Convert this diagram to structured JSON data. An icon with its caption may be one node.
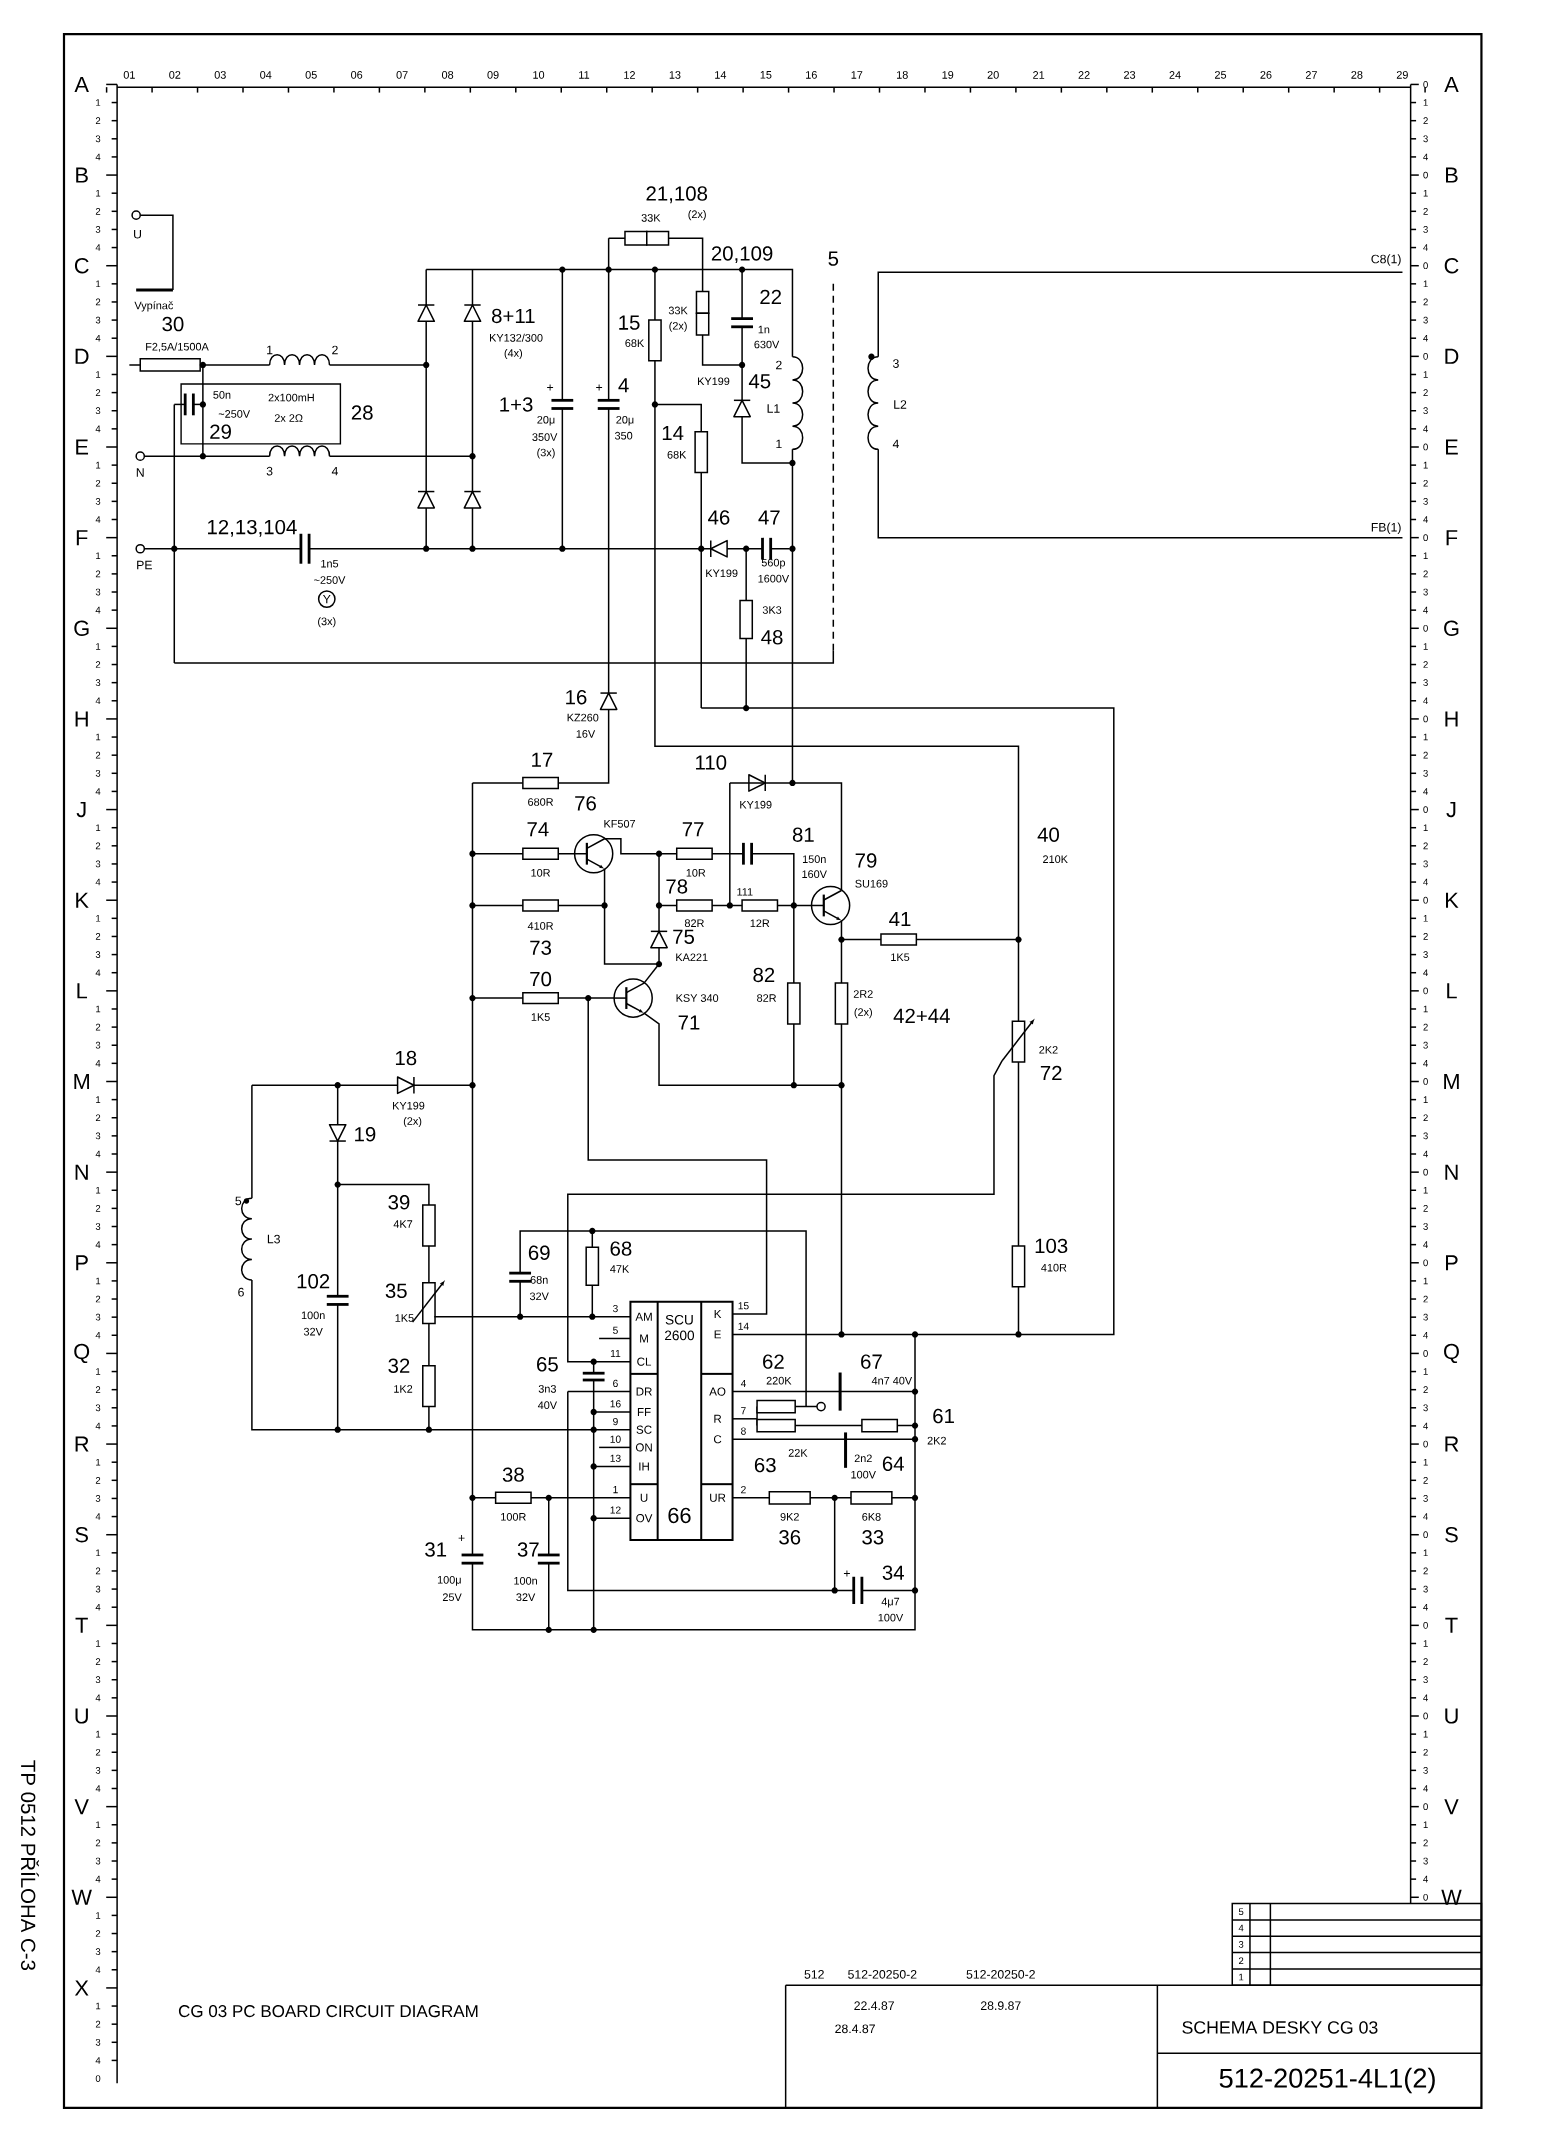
{
  "diagram": {
    "title": "CG 03 PC BOARD CIRCUIT DIAGRAM",
    "nodes": [
      {
        "text": [
          "50n",
          "~250V",
          "29",
          "2x100mH",
          "2x 2Ω"
        ],
        "beside": [
          "28"
        ]
      },
      {
        "text": [
          "AM",
          "M",
          "CL",
          "DR",
          "FF",
          "SC",
          "ON",
          "IH",
          "U",
          "OV",
          "SCU 2600",
          "66",
          "K",
          "E",
          "AO",
          "R",
          "C",
          "UR"
        ],
        "beside": [
          "3",
          "5",
          "11",
          "6",
          "16",
          "9",
          "10",
          "13",
          "1",
          "12",
          "15",
          "14",
          "4",
          "7",
          "8",
          "2"
        ]
      }
    ],
    "labels": [
      "01",
      "02",
      "03",
      "04",
      "05",
      "06",
      "07",
      "08",
      "09",
      "10",
      "11",
      "12",
      "13",
      "14",
      "15",
      "16",
      "17",
      "18",
      "19",
      "20",
      "21",
      "22",
      "23",
      "24",
      "25",
      "26",
      "27",
      "28",
      "29",
      "A",
      "1",
      "2",
      "3",
      "4",
      "B",
      "1",
      "2",
      "3",
      "4",
      "C",
      "1",
      "2",
      "3",
      "4",
      "D",
      "1",
      "2",
      "3",
      "4",
      "E",
      "1",
      "2",
      "3",
      "4",
      "F",
      "1",
      "2",
      "3",
      "4",
      "G",
      "1",
      "2",
      "3",
      "4",
      "H",
      "1",
      "2",
      "3",
      "4",
      "J",
      "1",
      "2",
      "3",
      "4",
      "K",
      "1",
      "2",
      "3",
      "4",
      "L",
      "1",
      "2",
      "3",
      "4",
      "M",
      "1",
      "2",
      "3",
      "4",
      "N",
      "1",
      "2",
      "3",
      "4",
      "P",
      "1",
      "2",
      "3",
      "4",
      "Q",
      "1",
      "2",
      "3",
      "4",
      "R",
      "1",
      "2",
      "3",
      "4",
      "S",
      "1",
      "2",
      "3",
      "4",
      "T",
      "1",
      "2",
      "3",
      "4",
      "U",
      "1",
      "2",
      "3",
      "4",
      "V",
      "1",
      "2",
      "3",
      "4",
      "W",
      "1",
      "2",
      "3",
      "4",
      "X",
      "1",
      "2",
      "3",
      "4",
      "0",
      "0",
      "A",
      "1",
      "2",
      "3",
      "4",
      "0",
      "B",
      "1",
      "2",
      "3",
      "4",
      "0",
      "C",
      "1",
      "2",
      "3",
      "4",
      "0",
      "D",
      "1",
      "2",
      "3",
      "4",
      "0",
      "E",
      "1",
      "2",
      "3",
      "4",
      "0",
      "F",
      "1",
      "2",
      "3",
      "4",
      "0",
      "G",
      "1",
      "2",
      "3",
      "4",
      "0",
      "H",
      "1",
      "2",
      "3",
      "4",
      "0",
      "J",
      "1",
      "2",
      "3",
      "4",
      "0",
      "K",
      "1",
      "2",
      "3",
      "4",
      "0",
      "L",
      "1",
      "2",
      "3",
      "4",
      "0",
      "M",
      "1",
      "2",
      "3",
      "4",
      "0",
      "N",
      "1",
      "2",
      "3",
      "4",
      "0",
      "P",
      "1",
      "2",
      "3",
      "4",
      "0",
      "Q",
      "1",
      "2",
      "3",
      "4",
      "0",
      "R",
      "1",
      "2",
      "3",
      "4",
      "0",
      "S",
      "1",
      "2",
      "3",
      "4",
      "0",
      "T",
      "1",
      "2",
      "3",
      "4",
      "0",
      "U",
      "1",
      "2",
      "3",
      "4",
      "0",
      "V",
      "1",
      "2",
      "3",
      "4",
      "0",
      "W",
      "U",
      "Vypínač",
      "30",
      "F2,5A/1500A",
      "1",
      "2",
      "N",
      "3",
      "4",
      "PE",
      "12,13,104",
      "1n5",
      "~250V",
      "Y",
      "(3x)",
      "8+11",
      "KY132/300",
      "(4x)",
      "1+3",
      "+",
      "20μ",
      "350V",
      "(3x)",
      "+",
      "4",
      "20μ",
      "350",
      "21,108",
      "33K",
      "(2x)",
      "15",
      "68K",
      "20,109",
      "33K",
      "(2x)",
      "22",
      "1n",
      "630V",
      "KY199",
      "45",
      "2",
      "L1",
      "1",
      "14",
      "68K",
      "46",
      "KY199",
      "47",
      "560p",
      "1600V",
      "3K3",
      "48",
      "5",
      "3",
      "L2",
      "4",
      "C8(1)",
      "FB(1)",
      "16",
      "KZ260",
      "16V",
      "17",
      "680R",
      "110",
      "KY199",
      "74",
      "10R",
      "76",
      "KF507",
      "77",
      "10R",
      "81",
      "150n",
      "160V",
      "79",
      "SU169",
      "78",
      "111",
      "410R",
      "82R",
      "12R",
      "73",
      "75",
      "KA221",
      "70",
      "1K5",
      "KSY 340",
      "71",
      "82",
      "82R",
      "2R2",
      "(2x)",
      "42+44",
      "40",
      "210K",
      "41",
      "1K5",
      "2K2",
      "72",
      "18",
      "KY199",
      "(2x)",
      "19",
      "5",
      "L3",
      "6",
      "39",
      "4K7",
      "102",
      "100n",
      "32V",
      "35",
      "1K5",
      "32",
      "1K2",
      "69",
      "68n",
      "32V",
      "68",
      "47K",
      "103",
      "410R",
      "65",
      "3n3",
      "40V",
      "62",
      "220K",
      "67",
      "4n7 40V",
      "61",
      "2K2",
      "63",
      "22K",
      "2n2",
      "100V",
      "64",
      "38",
      "100R",
      "9K2",
      "36",
      "6K8",
      "33",
      "31",
      "+",
      "100μ",
      "25V",
      "37",
      "100n",
      "32V",
      "+",
      "34",
      "4μ7",
      "100V",
      "512",
      "512-20250-2",
      "512-20250-2",
      "22.4.87",
      "28.4.87",
      "28.9.87",
      "SCHEMA DESKY CG 03",
      "512-20251-4L1(2)",
      "5",
      "4",
      "3",
      "2",
      "1",
      "TP 0512 PŘÍLOHA C-3"
    ]
  }
}
